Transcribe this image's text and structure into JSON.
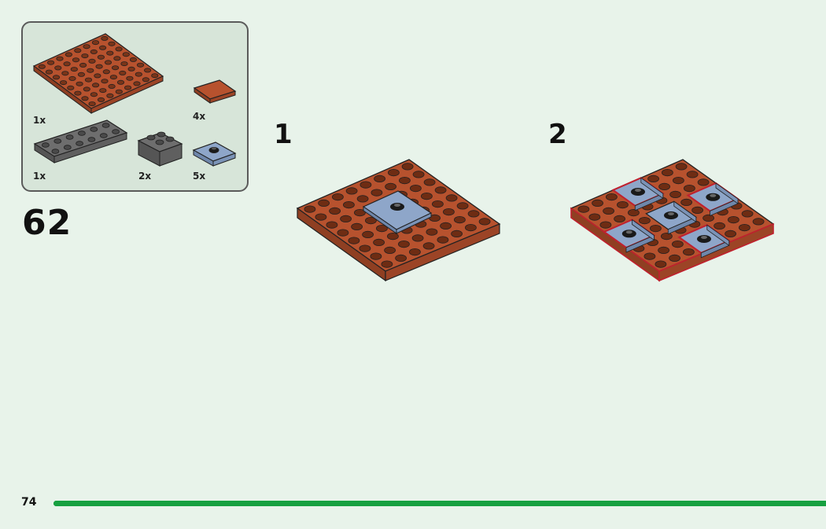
{
  "parts_list": {
    "items": [
      {
        "name": "8x8 reddish-brown plate",
        "quantity": "1x",
        "color": "#b7522e"
      },
      {
        "name": "2x2 reddish-brown tile",
        "quantity": "4x",
        "color": "#b7522e"
      },
      {
        "name": "2x6 dark grey plate",
        "quantity": "1x",
        "color": "#6e6e6e"
      },
      {
        "name": "2x2 dark grey brick",
        "quantity": "2x",
        "color": "#6e6e6e"
      },
      {
        "name": "2x2 sand blue jumper plate",
        "quantity": "5x",
        "color": "#8ea6c9"
      }
    ]
  },
  "set_number": "62",
  "steps": [
    {
      "number": "1"
    },
    {
      "number": "2"
    }
  ],
  "footer": {
    "page_number": "74",
    "progress_fraction": 1.0
  },
  "colors": {
    "background": "#e8f3ea",
    "reddish_brown": "#b7522e",
    "sand_blue": "#8ea6c9",
    "highlight": "#d2202f",
    "progress": "#17a040"
  }
}
